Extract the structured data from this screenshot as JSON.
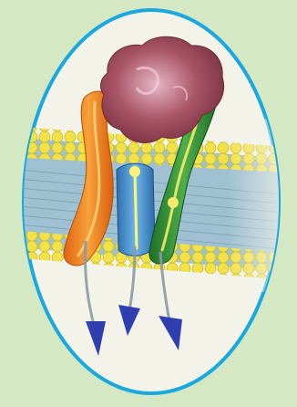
{
  "image": {
    "subject": "",
    "colors": {
      "background": "#d4e8c4",
      "frame": "#1aa8e0",
      "oval_fill": "#f4f3ea",
      "membrane_head": "#f2e24a",
      "membrane_tail": "#8fb4c6",
      "orange_protein": "#f28a1c",
      "blue_protein": "#3f8fd0",
      "green_protein": "#2e8c3a",
      "ligand": "#9e4f5c",
      "arrow": "#2f3fb0"
    },
    "icons": [
      "membrane-bilayer",
      "orange-helix",
      "blue-helix",
      "green-helix",
      "ligand-blob",
      "signal-arrow"
    ]
  }
}
